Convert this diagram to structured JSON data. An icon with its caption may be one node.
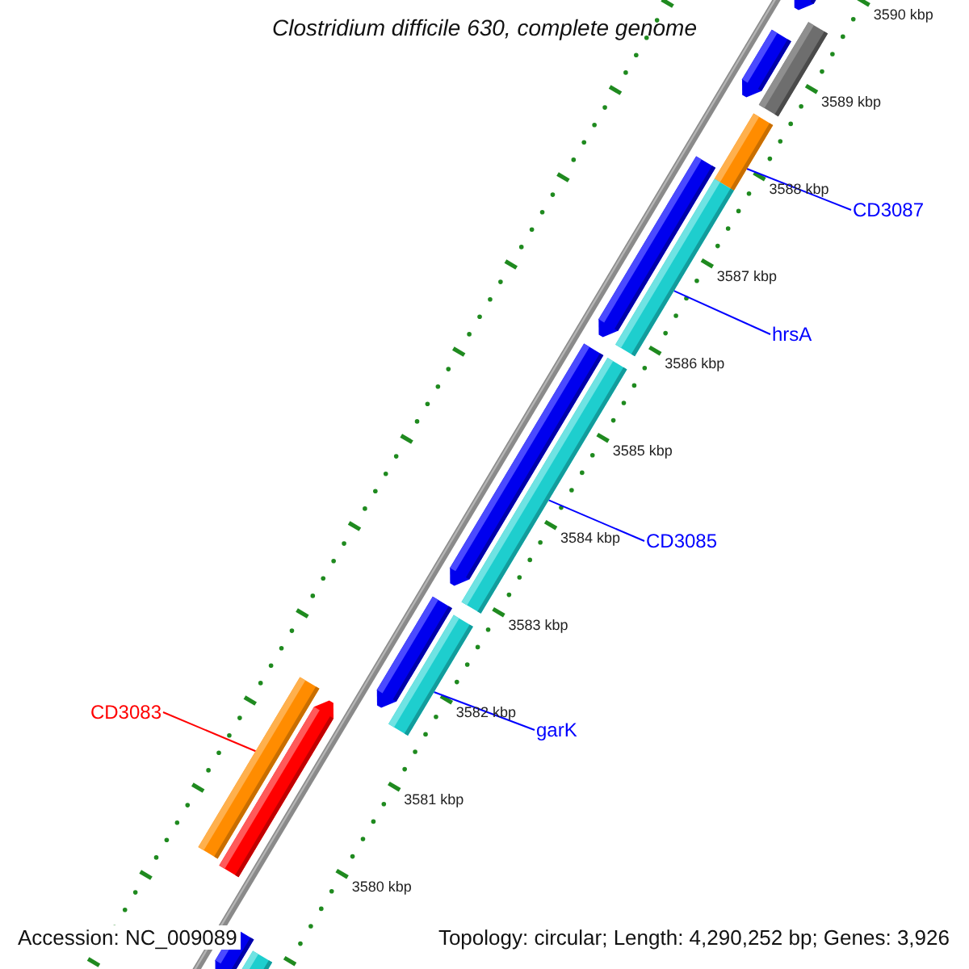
{
  "diagram": {
    "title": "Clostridium difficile 630, complete genome",
    "nodes": [
      {
        "text": [
          "CD3087"
        ]
      },
      {
        "text": [],
        "shape": "bar"
      },
      {
        "text": [
          "hrsA"
        ]
      },
      {
        "text": [],
        "shape": "bar"
      },
      {
        "text": [
          "CD3085"
        ]
      },
      {
        "text": [],
        "shape": "bar"
      },
      {
        "text": [
          "garK"
        ]
      },
      {
        "text": [],
        "shape": "bar"
      },
      {
        "text": [
          "CD3083"
        ]
      },
      {
        "text": [],
        "shape": "bar"
      }
    ],
    "edges": [
      {
        "from": 0,
        "to": 1,
        "arrow": "none"
      },
      {
        "from": 2,
        "to": 3,
        "arrow": "none"
      },
      {
        "from": 4,
        "to": 5,
        "arrow": "none"
      },
      {
        "from": 6,
        "to": 7,
        "arrow": "none"
      },
      {
        "from": 8,
        "to": 9,
        "arrow": "none",
        "color": "#ff0000"
      }
    ],
    "labels": [
      "3590 kbp",
      "3589 kbp",
      "3588 kbp",
      "3587 kbp",
      "3586 kbp",
      "3585 kbp",
      "3584 kbp",
      "3583 kbp",
      "3582 kbp",
      "3581 kbp",
      "3580 kbp",
      "Accession: NC_009089",
      "Topology: circular; Length: 4,290,252 bp; Genes: 3,926"
    ]
  }
}
